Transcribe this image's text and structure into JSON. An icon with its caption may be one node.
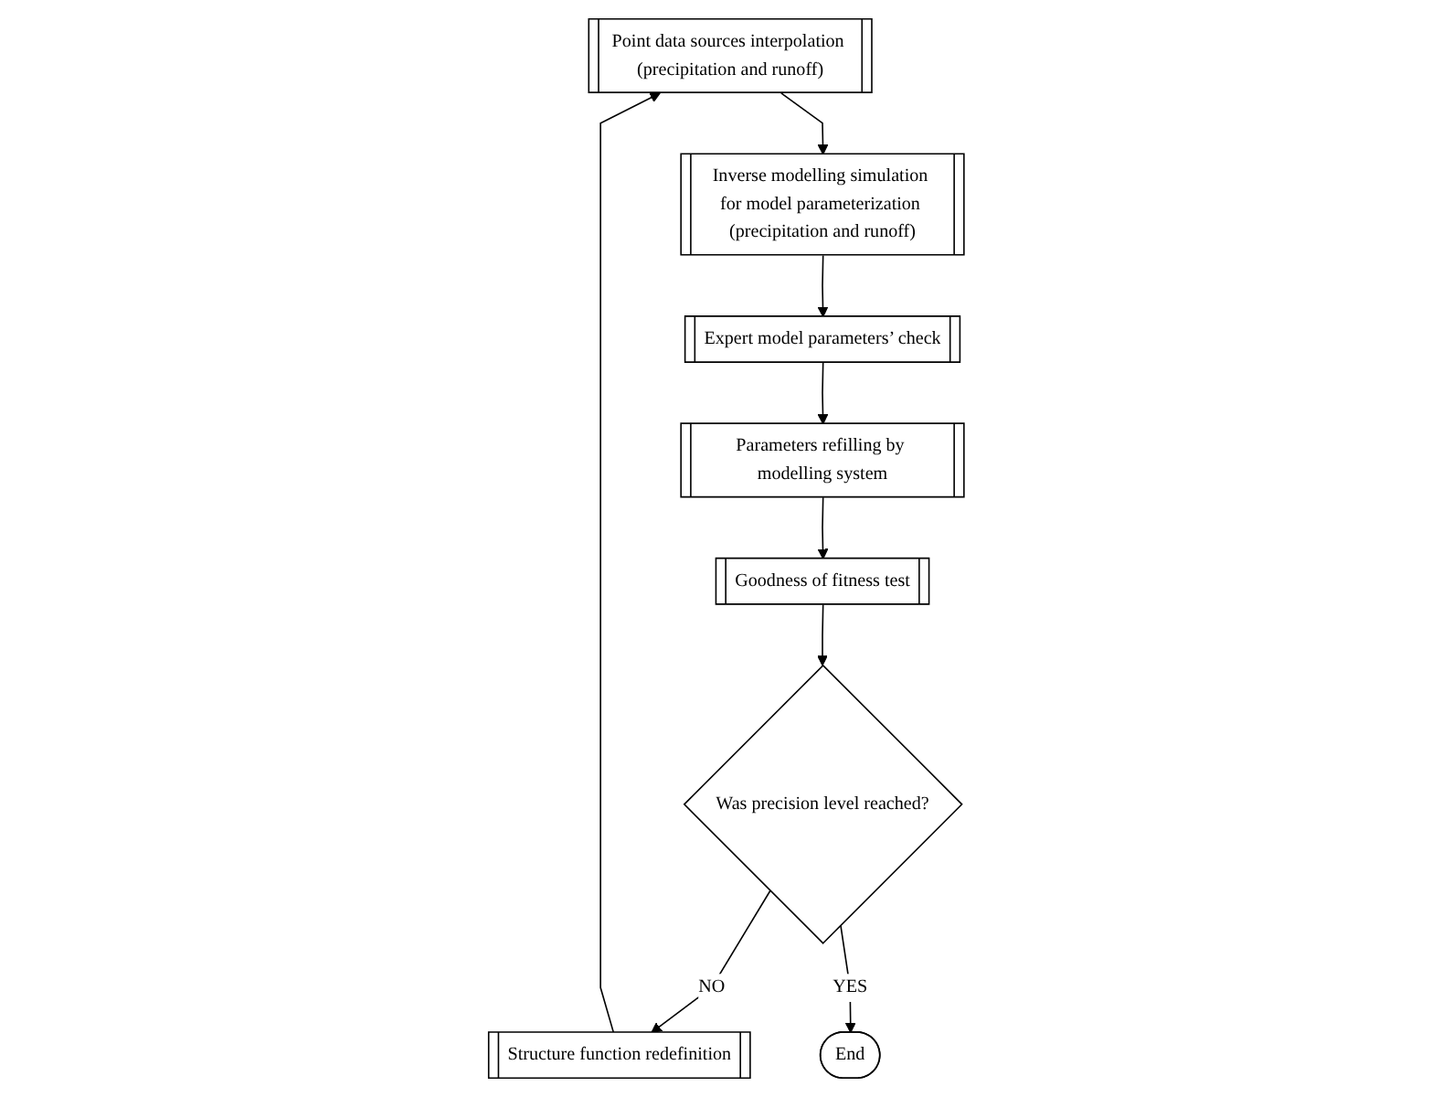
{
  "diagram": {
    "nodes": [
      {
        "text": [
          "Point data sources interpolation (precipitation and runoff)"
        ]
      },
      {
        "text": [
          "Inverse modelling simulation for model parameterization (precipitation and runoff)"
        ]
      },
      {
        "text": [
          "Expert model parameters’ check"
        ]
      },
      {
        "text": [
          "Parameters refilling by modelling system"
        ]
      },
      {
        "text": [
          "Goodness of fitness test"
        ]
      },
      {
        "text": [
          "Was precision level reached?"
        ]
      },
      {
        "text": [
          "Structure function redefinition"
        ]
      },
      {
        "text": [
          "End"
        ]
      }
    ],
    "edges": [
      {
        "from": 0,
        "to": 1,
        "arrow": "to"
      },
      {
        "from": 1,
        "to": 2,
        "arrow": "to"
      },
      {
        "from": 2,
        "to": 3,
        "arrow": "to"
      },
      {
        "from": 3,
        "to": 4,
        "arrow": "to"
      },
      {
        "from": 4,
        "to": 5,
        "arrow": "to"
      },
      {
        "from": 5,
        "to": 6,
        "label": "NO",
        "arrow": "to"
      },
      {
        "from": 6,
        "to": 0,
        "arrow": "to"
      },
      {
        "from": 5,
        "to": 7,
        "label": "YES",
        "arrow": "to"
      }
    ]
  }
}
